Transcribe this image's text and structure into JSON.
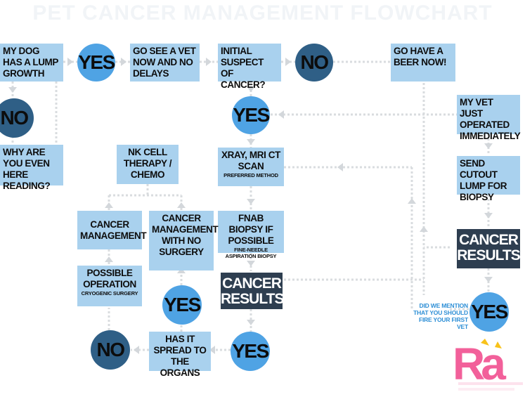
{
  "title": "PET CANCER MANAGEMENT FLOWCHART",
  "nodes": {
    "lump": "MY DOG HAS A LUMP GROWTH",
    "see_vet": "GO SEE A VET NOW AND NO DELAYS",
    "suspect": "INITIAL SUSPECT OF CANCER?",
    "beer": "GO HAVE A BEER NOW!",
    "why": "WHY ARE YOU EVEN HERE READING?",
    "operated": "MY VET JUST OPERATED IMMEDIATELY",
    "send_cutout": "SEND CUTOUT LUMP FOR BIOPSY",
    "xray": "XRAY, MRI CT SCAN",
    "xray_sub": "PREFERRED METHOD",
    "nk_cell": "NK CELL THERAPY / CHEMO",
    "fnab": "FNAB BIOPSY IF POSSIBLE",
    "fnab_sub": "FINE-NEEDLE ASPIRATION BIOPSY",
    "cancer_mgmt": "CANCER MANAGEMENT",
    "cancer_mgmt_no_surgery": "CANCER MANAGEMENT WITH NO SURGERY",
    "possible_op": "POSSIBLE OPERATION",
    "possible_op_sub": "CRYOGENIC SURGERY",
    "spread": "HAS IT SPREAD TO THE ORGANS",
    "results_left": "CANCER RESULTS",
    "results_right": "CANCER RESULTS",
    "note": "DID WE MENTION THAT YOU SHOULD FIRE YOUR FIRST VET"
  },
  "circles": {
    "yes1": "YES",
    "no1": "NO",
    "no2": "NO",
    "yes2": "YES",
    "yes3": "YES",
    "yes4": "YES",
    "no3": "NO",
    "yes5": "YES"
  },
  "logo_text": "Ra",
  "colors": {
    "box": "#a9d1ee",
    "yes": "#4fa3e4",
    "no": "#2f5f86",
    "dark": "#2e3e50",
    "connector": "#d6d9dc",
    "logo_pink": "#f2609a",
    "logo_yellow": "#f8c21a"
  }
}
